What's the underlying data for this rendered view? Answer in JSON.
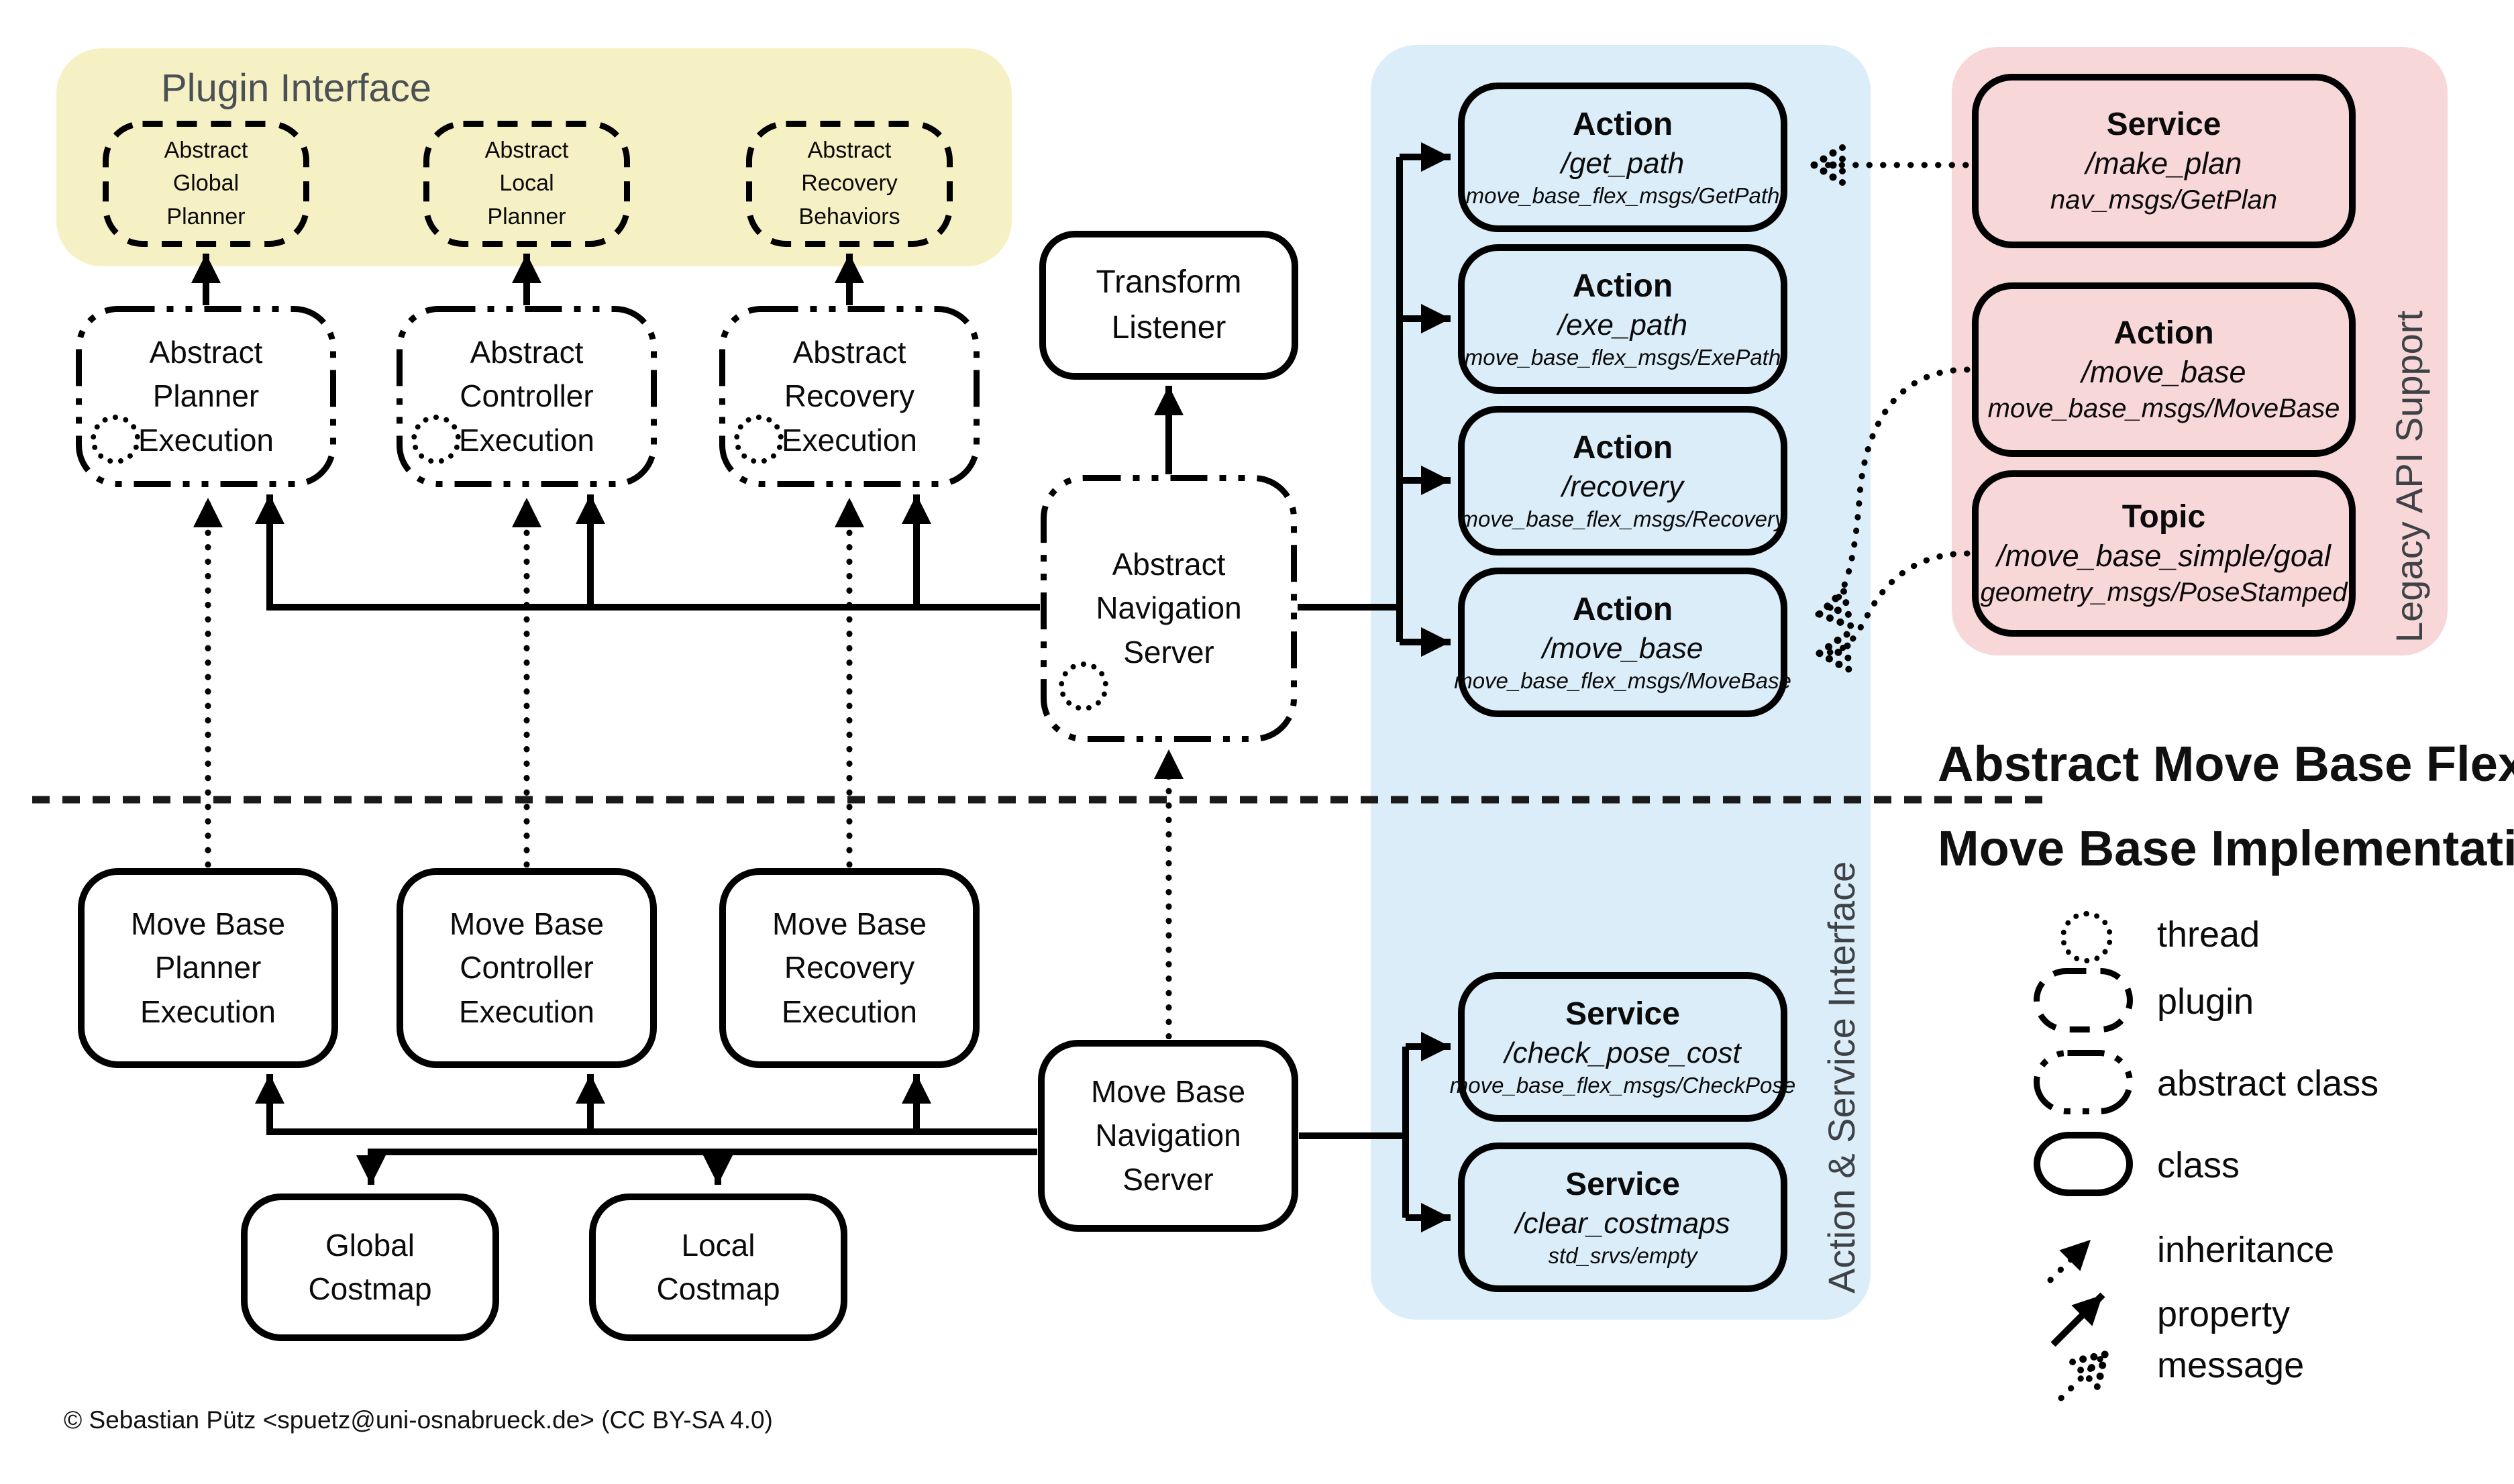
{
  "colors": {
    "band_yellow": "#f6f1c4",
    "band_blue": "#dbedf8",
    "band_pink": "#f8d7d9",
    "ink": "#000000",
    "muted_label": "#4b5055"
  },
  "header": {
    "plugin_interface_title": "Plugin Interface"
  },
  "levels": {
    "top_label": "Abstract Move Base Flex Level",
    "bottom_label": "Move Base Implementation Level"
  },
  "band_labels": {
    "action_service": "Action & Service Interface",
    "legacy": "Legacy API Support"
  },
  "plugins": {
    "global": {
      "label": "Abstract\nGlobal\nPlanner"
    },
    "local": {
      "label": "Abstract\nLocal\nPlanner"
    },
    "recovery": {
      "label": "Abstract\nRecovery\nBehaviors"
    }
  },
  "abstract_nodes": {
    "planner_execution": {
      "label": "Abstract\nPlanner\nExecution"
    },
    "controller_execution": {
      "label": "Abstract\nController\nExecution"
    },
    "recovery_execution": {
      "label": "Abstract\nRecovery\nExecution"
    },
    "transform_listener": {
      "label": "Transform\nListener"
    },
    "navigation_server": {
      "label": "Abstract\nNavigation\nServer"
    }
  },
  "impl_nodes": {
    "planner_execution": {
      "label": "Move Base\nPlanner\nExecution"
    },
    "controller_execution": {
      "label": "Move Base\nController\nExecution"
    },
    "recovery_execution": {
      "label": "Move Base\nRecovery\nExecution"
    },
    "navigation_server": {
      "label": "Move Base\nNavigation\nServer"
    },
    "global_costmap": {
      "label": "Global\nCostmap"
    },
    "local_costmap": {
      "label": "Local\nCostmap"
    }
  },
  "interfaces": {
    "get_path": {
      "kind": "Action",
      "topic": "/get_path",
      "msg": "move_base_flex_msgs/GetPath"
    },
    "exe_path": {
      "kind": "Action",
      "topic": "/exe_path",
      "msg": "move_base_flex_msgs/ExePath"
    },
    "recovery": {
      "kind": "Action",
      "topic": "/recovery",
      "msg": "move_base_flex_msgs/Recovery"
    },
    "move_base": {
      "kind": "Action",
      "topic": "/move_base",
      "msg": "move_base_flex_msgs/MoveBase"
    },
    "check_pose_cost": {
      "kind": "Service",
      "topic": "/check_pose_cost",
      "msg": "move_base_flex_msgs/CheckPose"
    },
    "clear_costmaps": {
      "kind": "Service",
      "topic": "/clear_costmaps",
      "msg": "std_srvs/empty"
    }
  },
  "legacy": {
    "make_plan": {
      "kind": "Service",
      "topic": "/make_plan",
      "msg": "nav_msgs/GetPlan"
    },
    "move_base": {
      "kind": "Action",
      "topic": "/move_base",
      "msg": "move_base_msgs/MoveBase"
    },
    "goal_topic": {
      "kind": "Topic",
      "topic": "/move_base_simple/goal",
      "msg": "geometry_msgs/PoseStamped"
    }
  },
  "legend": {
    "items": [
      {
        "icon": "thread-icon",
        "label": "thread"
      },
      {
        "icon": "plugin-icon",
        "label": "plugin"
      },
      {
        "icon": "abstract-class-icon",
        "label": "abstract class"
      },
      {
        "icon": "class-icon",
        "label": "class"
      },
      {
        "icon": "inheritance-arrow-icon",
        "label": "inheritance"
      },
      {
        "icon": "property-arrow-icon",
        "label": "property"
      },
      {
        "icon": "message-arrow-icon",
        "label": "message"
      }
    ]
  },
  "footer": {
    "copyright": "© Sebastian Pütz <spuetz@uni-osnabrueck.de> (CC BY-SA 4.0)"
  }
}
